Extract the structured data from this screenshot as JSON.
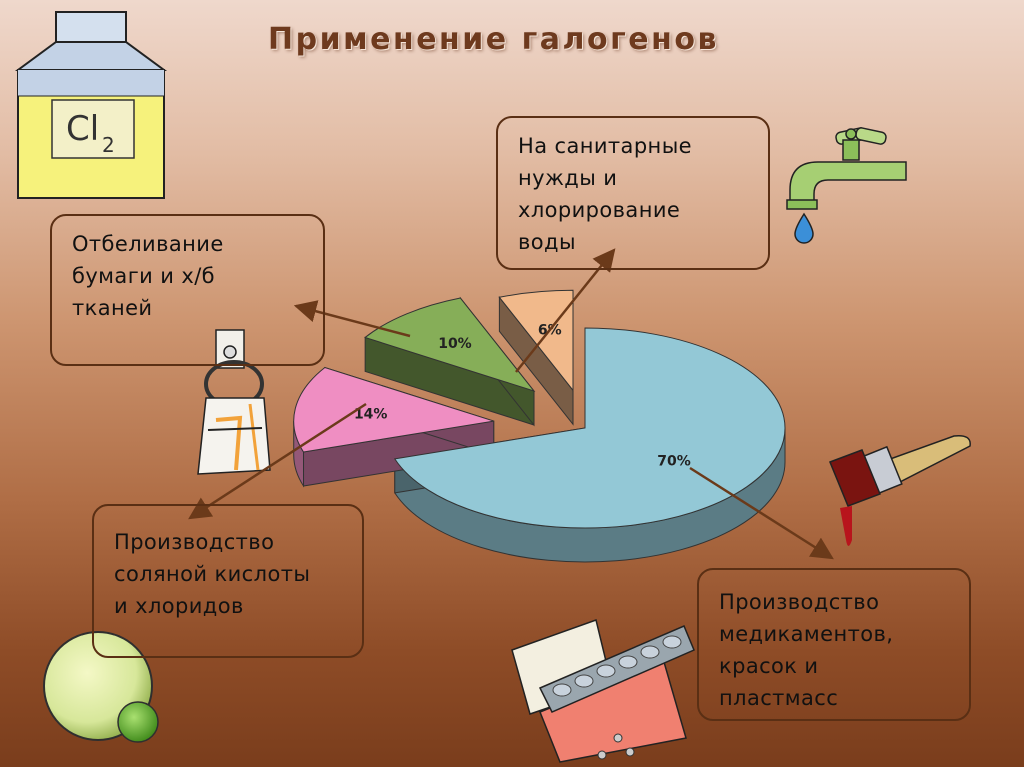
{
  "title": "Применение галогенов",
  "bottle": {
    "formula": "Cl",
    "subscript": "2"
  },
  "boxes": {
    "bleach": [
      "Отбеливание",
      "бумаги и х/б",
      "тканей"
    ],
    "water": [
      "На санитарные",
      "нужды и",
      "хлорирование",
      "воды"
    ],
    "acid": [
      "Производство",
      "соляной кислоты",
      "и хлоридов"
    ],
    "medicine": [
      "Производство",
      "медикаментов,",
      "красок и",
      "пластмасс"
    ]
  },
  "chart_data": {
    "type": "pie",
    "title": "Применение галогенов",
    "slices": [
      {
        "label": "Производство медикаментов, красок и пластмасс",
        "value": 70,
        "display": "70%",
        "color": "#93c8d6"
      },
      {
        "label": "Производство соляной кислоты и хлоридов",
        "value": 14,
        "display": "14%",
        "color": "#ef8ec2"
      },
      {
        "label": "Отбеливание бумаги и х/б тканей",
        "value": 10,
        "display": "10%",
        "color": "#86ae58"
      },
      {
        "label": "На санитарные нужды и хлорирование воды",
        "value": 6,
        "display": "6%",
        "color": "#f1b98b"
      }
    ]
  },
  "colors": {
    "box_border": "#5a2f14",
    "arrow": "#6b3a1a",
    "title": "#6e3a1e",
    "bottle_fill": "#f6f27c",
    "bottle_top": "#c7d6e8"
  },
  "icons": [
    "cl2-bottle-icon",
    "water-tap-icon",
    "towel-ring-icon",
    "paint-brush-icon",
    "pills-icon",
    "green-sphere-icon"
  ]
}
